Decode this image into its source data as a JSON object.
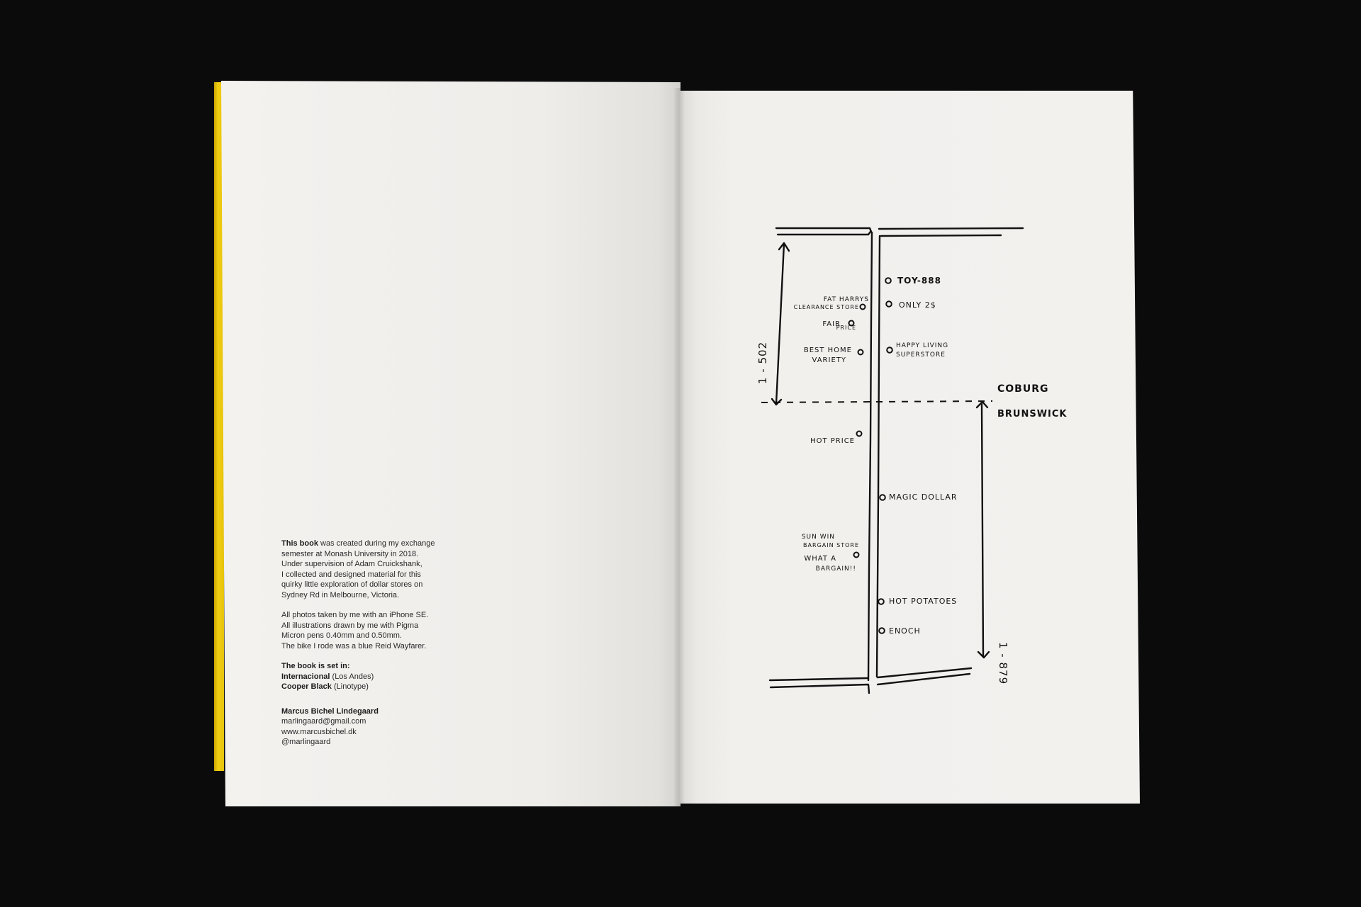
{
  "colophon": {
    "intro_bold": "This book",
    "intro_lines": [
      " was created during my exchange",
      "semester at Monash University in 2018.",
      "Under supervision of Adam Cruickshank,",
      "I collected and designed material for this",
      "quirky little exploration of dollar stores on",
      "Sydney Rd in Melbourne, Victoria."
    ],
    "credits_lines": [
      "All photos taken by me with an iPhone SE.",
      "All illustrations drawn by me with Pigma",
      "Micron pens 0.40mm and 0.50mm.",
      "The bike I rode was a blue Reid Wayfarer."
    ],
    "typeset_heading": "The book is set in:",
    "fonts": [
      {
        "name": "Internacional",
        "foundry": " (Los Andes)"
      },
      {
        "name": "Cooper Black",
        "foundry": " (Linotype)"
      }
    ],
    "author_name": "Marcus Bichel Lindegaard",
    "contact_lines": [
      "marlingaard@gmail.com",
      "www.marcusbichel.dk",
      "@marlingaard"
    ]
  },
  "map": {
    "range_upper": "1 - 502",
    "range_lower": "1 - 879",
    "suburb_north": "COBURG",
    "suburb_south": "BRUNSWICK",
    "stores_east": {
      "toy": "TOY-888",
      "only2": "ONLY 2$",
      "happy_1": "HAPPY LIVING",
      "happy_2": "SUPERSTORE",
      "magic": "MAGIC DOLLAR",
      "potatoes": "HOT POTATOES",
      "enoch": "ENOCH"
    },
    "stores_west": {
      "fat_1": "FAT HARRYS",
      "fat_2": "CLEARANCE STORE",
      "fair_1": "FAIR",
      "fair_2": "PRICE",
      "best_1": "BEST HOME",
      "best_2": "VARIETY",
      "hot": "HOT PRICE",
      "sun_1": "SUN WIN",
      "sun_2": "BARGAIN STORE",
      "sun_3": "WHAT A",
      "sun_4": "BARGAIN!!"
    }
  },
  "colors": {
    "cover_yellow": "#f3cf12",
    "paper": "#f3f1ee",
    "ink": "#111111"
  }
}
